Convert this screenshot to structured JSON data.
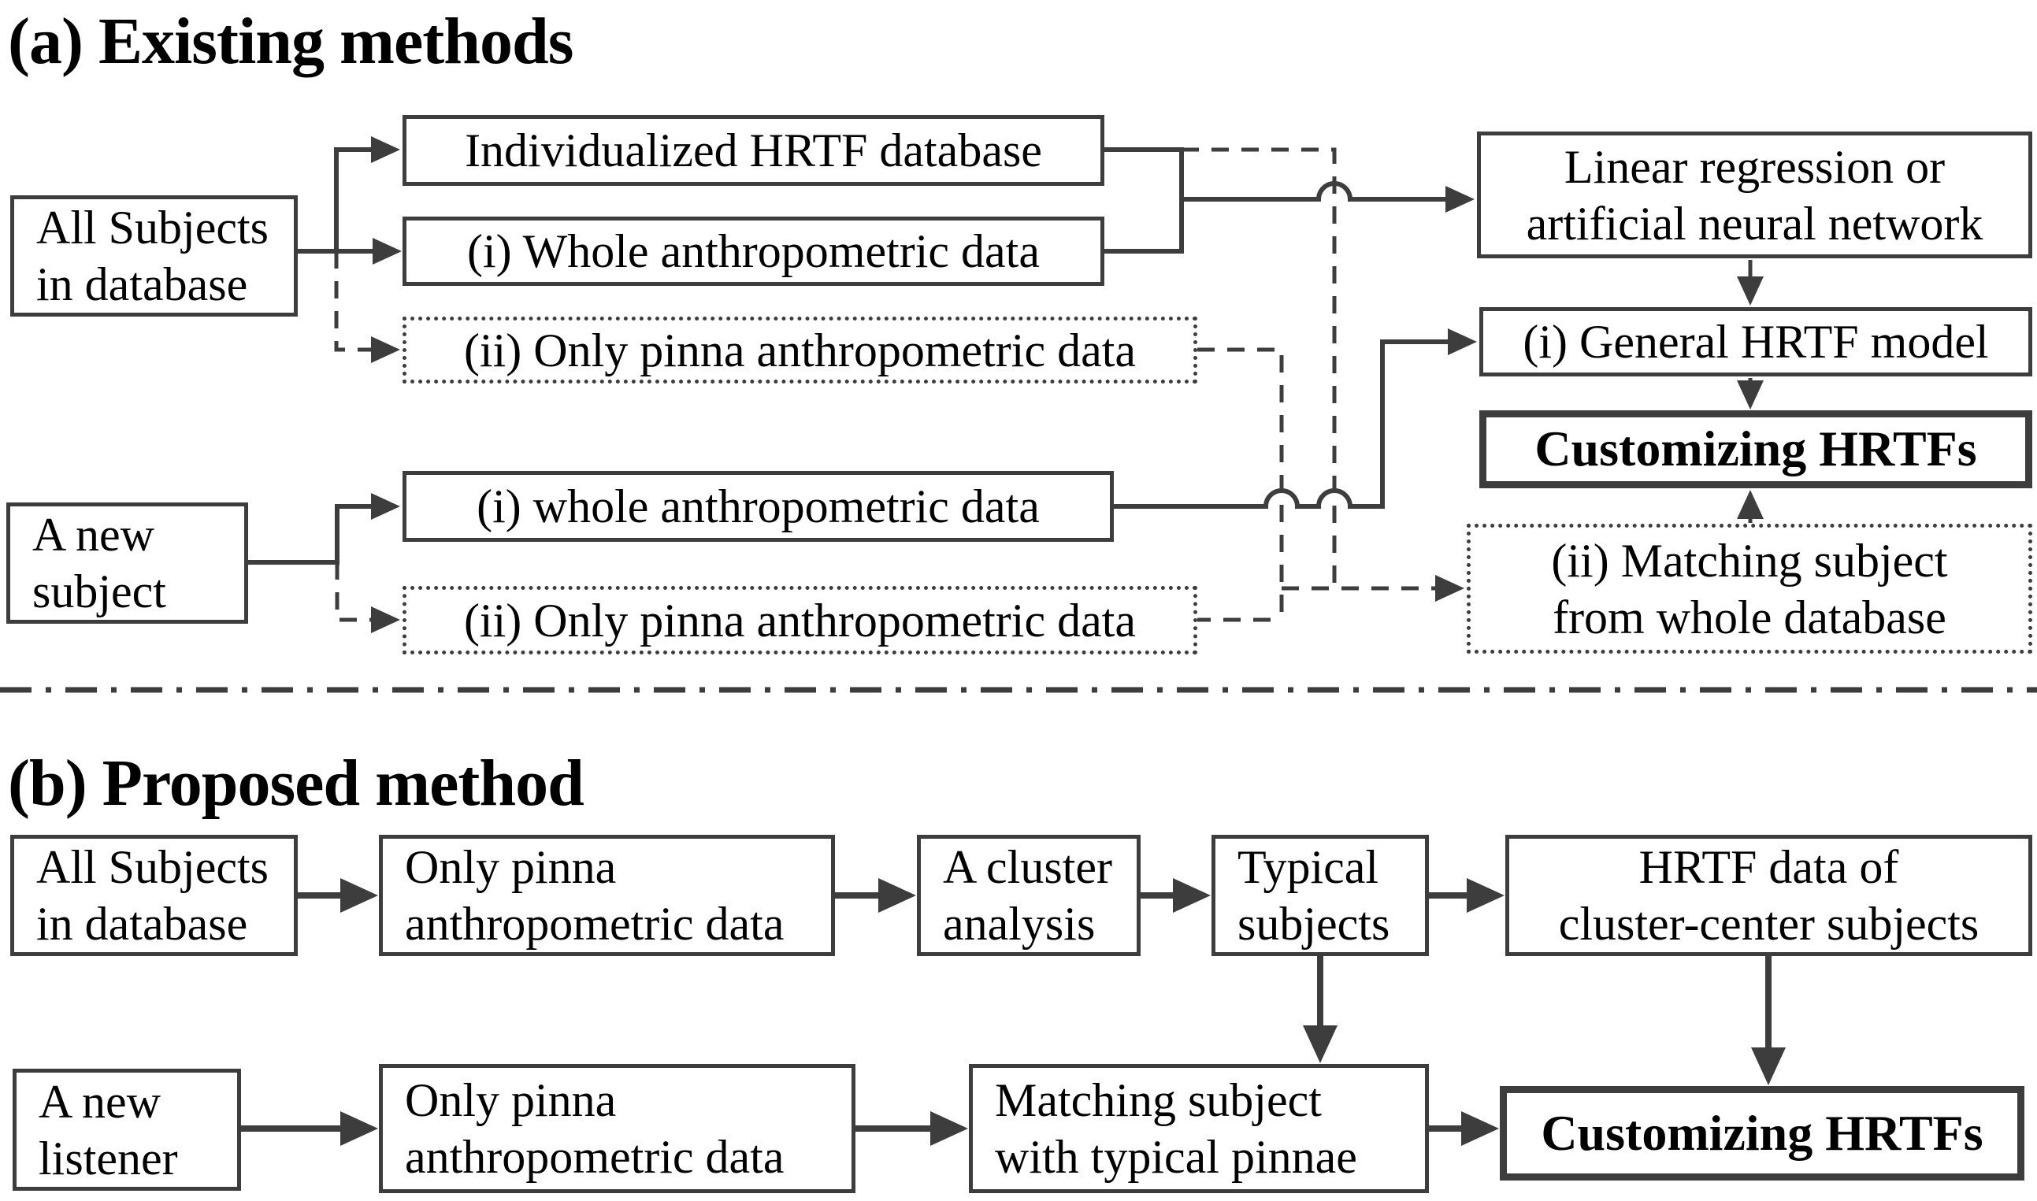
{
  "section_a": {
    "title": "(a) Existing methods",
    "boxes": {
      "all_subjects": {
        "line1": "All Subjects",
        "line2": "in database"
      },
      "individualized_db": {
        "line1": "Individualized HRTF database"
      },
      "whole_anthro": {
        "line1": "(i) Whole anthropometric data"
      },
      "pinna_anthro_db": {
        "line1": "(ii) Only pinna anthropometric data"
      },
      "new_subject": {
        "line1": "A new",
        "line2": "subject"
      },
      "whole_anthro_new": {
        "line1": "(i) whole anthropometric data"
      },
      "pinna_anthro_new": {
        "line1": "(ii) Only pinna anthropometric data"
      },
      "linear_regression": {
        "line1": "Linear regression or",
        "line2": "artificial neural network"
      },
      "general_model": {
        "line1": "(i) General HRTF model"
      },
      "customizing": {
        "line1": "Customizing HRTFs"
      },
      "matching_subject": {
        "line1": "(ii) Matching subject",
        "line2": "from whole database"
      }
    }
  },
  "section_b": {
    "title": "(b) Proposed method",
    "boxes": {
      "all_subjects": {
        "line1": "All Subjects",
        "line2": "in database"
      },
      "only_pinna_1": {
        "line1": "Only pinna",
        "line2": "anthropometric data"
      },
      "cluster_analysis": {
        "line1": "A cluster",
        "line2": "analysis"
      },
      "typical_subjects": {
        "line1": "Typical",
        "line2": "subjects"
      },
      "hrtf_data": {
        "line1": "HRTF data of",
        "line2": "cluster-center subjects"
      },
      "new_listener": {
        "line1": "A new",
        "line2": "listener"
      },
      "only_pinna_2": {
        "line1": "Only pinna",
        "line2": "anthropometric data"
      },
      "matching_typical": {
        "line1": "Matching subject",
        "line2": "with typical pinnae"
      },
      "customizing": {
        "line1": "Customizing HRTFs"
      }
    }
  },
  "colors": {
    "line": "#3d3d3d",
    "text": "#000000",
    "background": "#ffffff"
  }
}
